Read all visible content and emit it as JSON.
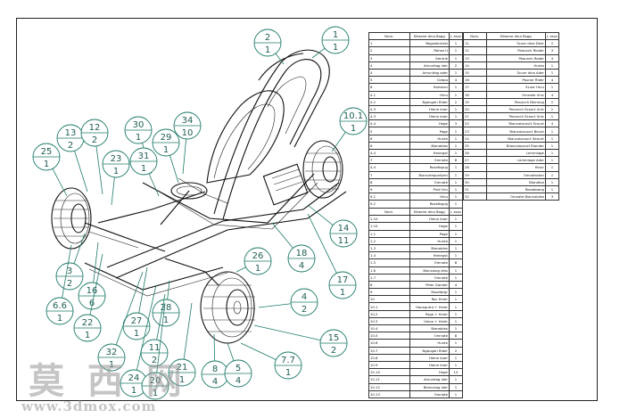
{
  "bubbles": [
    {
      "id": "b-1-1",
      "top": "1",
      "bottom": "1"
    },
    {
      "id": "b-2-1",
      "top": "2",
      "bottom": "1"
    },
    {
      "id": "b-10-1",
      "top": "10.1",
      "bottom": "1"
    },
    {
      "id": "b-13-2",
      "top": "13",
      "bottom": "2"
    },
    {
      "id": "b-12-2",
      "top": "12",
      "bottom": "2"
    },
    {
      "id": "b-30-1",
      "top": "30",
      "bottom": "1"
    },
    {
      "id": "b-34-10",
      "top": "34",
      "bottom": "10"
    },
    {
      "id": "b-29-1",
      "top": "29",
      "bottom": "1"
    },
    {
      "id": "b-25-1",
      "top": "25",
      "bottom": "1"
    },
    {
      "id": "b-23-1",
      "top": "23",
      "bottom": "1"
    },
    {
      "id": "b-31-1",
      "top": "31",
      "bottom": "1"
    },
    {
      "id": "b-14-11",
      "top": "14",
      "bottom": "11"
    },
    {
      "id": "b-26-1",
      "top": "26",
      "bottom": "1"
    },
    {
      "id": "b-18-4",
      "top": "18",
      "bottom": "4"
    },
    {
      "id": "b-17-1",
      "top": "17",
      "bottom": "1"
    },
    {
      "id": "b-3-2",
      "top": "3",
      "bottom": "2"
    },
    {
      "id": "b-16-6",
      "top": "16",
      "bottom": "6"
    },
    {
      "id": "b-66-1",
      "top": "6.6",
      "bottom": "1"
    },
    {
      "id": "b-22-1",
      "top": "22",
      "bottom": "1"
    },
    {
      "id": "b-27-1",
      "top": "27",
      "bottom": "1"
    },
    {
      "id": "b-28-1",
      "top": "28",
      "bottom": "1"
    },
    {
      "id": "b-4-2",
      "top": "4",
      "bottom": "2"
    },
    {
      "id": "b-15-2",
      "top": "15",
      "bottom": "2"
    },
    {
      "id": "b-32-1",
      "top": "32",
      "bottom": "1"
    },
    {
      "id": "b-11-2",
      "top": "11",
      "bottom": "2"
    },
    {
      "id": "b-21-1",
      "top": "21",
      "bottom": "1"
    },
    {
      "id": "b-8-4",
      "top": "8",
      "bottom": "4"
    },
    {
      "id": "b-5-4",
      "top": "5",
      "bottom": "4"
    },
    {
      "id": "b-77-1",
      "top": "7.7",
      "bottom": "1"
    },
    {
      "id": "b-24-1",
      "top": "24",
      "bottom": "1"
    },
    {
      "id": "b-20-1",
      "top": "20",
      "bottom": "1"
    }
  ],
  "bom_a": {
    "header": [
      "Num.",
      "Silwene dina Bogg",
      "J. esxz"
    ],
    "rows": [
      [
        "1",
        "Bogsebrinkel",
        "1"
      ],
      [
        "2",
        "Rohse U",
        "1"
      ],
      [
        "3",
        "Gentrik",
        "1"
      ],
      [
        "4",
        "Amunitag ider",
        "2"
      ],
      [
        "4",
        "Amunitag ader",
        "1"
      ],
      [
        "5",
        "Clatpa",
        "4"
      ],
      [
        "6",
        "Rohsesn",
        "1"
      ],
      [
        "4.1",
        "Hinu",
        "1"
      ],
      [
        "4.2",
        "Ngeugen Rider",
        "2"
      ],
      [
        "4.3",
        "Hiene duer",
        "1"
      ],
      [
        "4.3",
        "Hiene duer",
        "1"
      ],
      [
        "4.4",
        "Hage",
        "3"
      ],
      [
        "5",
        "Page",
        "1"
      ],
      [
        "6",
        "Hunte",
        "1"
      ],
      [
        "6",
        "Bianobles",
        "1"
      ],
      [
        "4.4",
        "Hanegut",
        "1"
      ],
      [
        "7",
        "Omnate",
        "8"
      ],
      [
        "4.4",
        "Rosetbgug",
        "1"
      ],
      [
        "7",
        "Biancolegualiyen",
        "1"
      ],
      [
        "8",
        "Omnate",
        "1"
      ],
      [
        "9",
        "Prat Uhn",
        "1"
      ],
      [
        "9.1",
        "Hinu",
        "1"
      ],
      [
        "9.2",
        "Rosetbgug",
        "1"
      ],
      [
        "9.3",
        "Ngeugen Rider",
        "1"
      ],
      [
        "10",
        "Hiene duer",
        "1"
      ]
    ]
  },
  "bom_b": {
    "header": [
      "Num.",
      "Silwene dina Bogg",
      "J. esxz"
    ],
    "rows": [
      [
        "11",
        "Scuer dina Deer",
        "2"
      ],
      [
        "12",
        "Peaunch Rioder",
        "3"
      ],
      [
        "13",
        "Peaunch Roder",
        "4"
      ],
      [
        "14",
        "Hunte",
        "1"
      ],
      [
        "15",
        "Scuer dina Ader",
        "1"
      ],
      [
        "16",
        "Pauner Rider",
        "4"
      ],
      [
        "17",
        "Scuer Hinu",
        "1"
      ],
      [
        "18",
        "Omnate Unlc",
        "4"
      ],
      [
        "19",
        "Peaunch Bhinhug",
        "2"
      ],
      [
        "20",
        "Peaunch Scourt Unlc",
        "1"
      ],
      [
        "21",
        "Peaunch Scourt Unlc",
        "1"
      ],
      [
        "22",
        "Biancolocourt Scourt",
        "4"
      ],
      [
        "23",
        "Biancolocourt Beunt",
        "1"
      ],
      [
        "24",
        "Biancolocourt Sewurt",
        "1"
      ],
      [
        "25",
        "Biancolocourt Rionder",
        "1"
      ],
      [
        "26",
        "Lemmlage",
        "1"
      ],
      [
        "27",
        "Lemmlage Ader",
        "1"
      ],
      [
        "28",
        "Hinur",
        "1"
      ],
      [
        "29",
        "Omnatssten",
        "1"
      ],
      [
        "30",
        "Biandtsd",
        "1"
      ],
      [
        "31",
        "Rosebbang",
        "1"
      ],
      [
        "32",
        "Omnate Biancolotte",
        "3"
      ]
    ]
  },
  "bom_c": {
    "header": [
      "Num.",
      "Silwene dina Bogg",
      "J. esxz"
    ],
    "rows": [
      [
        "1.10",
        "Hiene duer",
        "1"
      ],
      [
        "1.10",
        "Hage",
        "1"
      ],
      [
        "1.1",
        "Page",
        "1"
      ],
      [
        "1.2",
        "Hunte",
        "1"
      ],
      [
        "1.3",
        "Bianobles",
        "1"
      ],
      [
        "1.4",
        "Hanegut",
        "1"
      ],
      [
        "1.5",
        "Omnate",
        "8"
      ],
      [
        "1.6",
        "Biancolog dies",
        "1"
      ],
      [
        "1.7",
        "Omnate",
        "1"
      ],
      [
        "8",
        "Peler Gander",
        "4"
      ],
      [
        "9",
        "Rosetbrgr",
        "1"
      ],
      [
        "10",
        "Roc Hnler",
        "1"
      ],
      [
        "10.1",
        "Hanegutnt + Hnler",
        "1"
      ],
      [
        "10.2",
        "Page + Hnler",
        "1"
      ],
      [
        "10.3",
        "Union + Hnler",
        "1"
      ],
      [
        "10.4",
        "Bianobles",
        "1"
      ],
      [
        "10.5",
        "Omnate",
        "8"
      ],
      [
        "10.6",
        "Hunte",
        "1"
      ],
      [
        "10.7",
        "Ngeugen Rider",
        "2"
      ],
      [
        "10.8",
        "Hiene duer",
        "1"
      ],
      [
        "10.9",
        "Hiene duer",
        "1"
      ],
      [
        "10.10",
        "Hage",
        "10"
      ],
      [
        "10.11",
        "Amunitag ider",
        "1"
      ],
      [
        "10.12",
        "Biancolog ider",
        "1"
      ],
      [
        "10.13",
        "Omnate",
        "1"
      ]
    ]
  },
  "watermark": {
    "cn": "莫 西 网",
    "url": "www.3dmox.com"
  },
  "colors": {
    "callout": "#1e7a6a",
    "line": "#111111"
  }
}
